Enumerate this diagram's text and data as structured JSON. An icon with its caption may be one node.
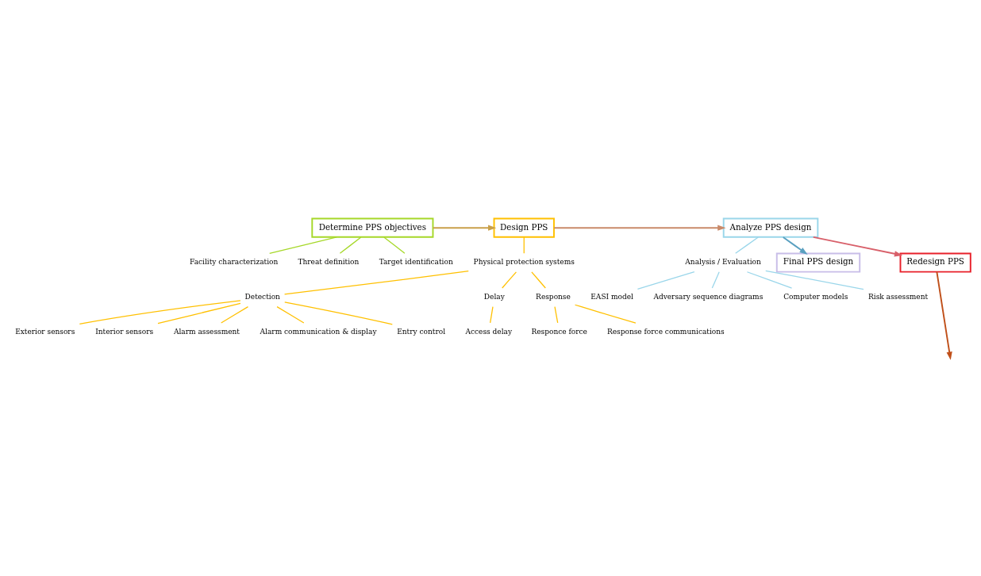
{
  "diagram": {
    "nodes": [
      {
        "text": [
          "Determine PPS objectives"
        ]
      },
      {
        "text": [
          "Facility characterization"
        ]
      },
      {
        "text": [
          "Threat definition"
        ]
      },
      {
        "text": [
          "Target identification"
        ]
      },
      {
        "text": [
          "Design PPS"
        ]
      },
      {
        "text": [
          "Physical protection systems"
        ]
      },
      {
        "text": [
          "Detection"
        ]
      },
      {
        "text": [
          "Delay"
        ]
      },
      {
        "text": [
          "Response"
        ]
      },
      {
        "text": [
          "Exterior sensors"
        ]
      },
      {
        "text": [
          "Interior sensors"
        ]
      },
      {
        "text": [
          "Alarm assessment"
        ]
      },
      {
        "text": [
          "Alarm communication & display"
        ]
      },
      {
        "text": [
          "Entry control"
        ]
      },
      {
        "text": [
          "Access delay"
        ]
      },
      {
        "text": [
          "Responce force"
        ]
      },
      {
        "text": [
          "Response force communications"
        ]
      },
      {
        "text": [
          "Analyze PPS design"
        ]
      },
      {
        "text": [
          "Analysis / Evaluation"
        ]
      },
      {
        "text": [
          "EASI model"
        ]
      },
      {
        "text": [
          "Adversary sequence diagrams"
        ]
      },
      {
        "text": [
          "Computer models"
        ]
      },
      {
        "text": [
          "Risk assessment"
        ]
      },
      {
        "text": [
          "Final PPS design"
        ]
      },
      {
        "text": [
          "Redesign PPS"
        ]
      }
    ],
    "edges": [
      {
        "from": 0,
        "to": 4,
        "arrow": "to",
        "color": "#c9a04a"
      },
      {
        "from": 4,
        "to": 17,
        "arrow": "to",
        "color": "#c98a6a"
      },
      {
        "from": 17,
        "to": 23,
        "arrow": "to",
        "color": "#5aa0c0"
      },
      {
        "from": 17,
        "to": 24,
        "arrow": "to",
        "color": "#d8606a"
      },
      {
        "from": 24,
        "to": null,
        "arrow": "to",
        "color": "#c0501a"
      },
      {
        "from": 0,
        "to": 1,
        "arrow": "none",
        "color": "#a6d829"
      },
      {
        "from": 0,
        "to": 2,
        "arrow": "none",
        "color": "#a6d829"
      },
      {
        "from": 0,
        "to": 3,
        "arrow": "none",
        "color": "#a6d829"
      },
      {
        "from": 4,
        "to": 5,
        "arrow": "none"
      },
      {
        "from": 5,
        "to": 6,
        "arrow": "none"
      },
      {
        "from": 5,
        "to": 7,
        "arrow": "none"
      },
      {
        "from": 5,
        "to": 8,
        "arrow": "none"
      },
      {
        "from": 6,
        "to": 9,
        "arrow": "none"
      },
      {
        "from": 6,
        "to": 10,
        "arrow": "none"
      },
      {
        "from": 6,
        "to": 11,
        "arrow": "none"
      },
      {
        "from": 6,
        "to": 12,
        "arrow": "none"
      },
      {
        "from": 6,
        "to": 13,
        "arrow": "none"
      },
      {
        "from": 7,
        "to": 14,
        "arrow": "none"
      },
      {
        "from": 8,
        "to": 15,
        "arrow": "none"
      },
      {
        "from": 8,
        "to": 16,
        "arrow": "none"
      },
      {
        "from": 17,
        "to": 18,
        "arrow": "none",
        "color": "#9ad6ea"
      },
      {
        "from": 18,
        "to": 19,
        "arrow": "none",
        "color": "#9ad6ea"
      },
      {
        "from": 18,
        "to": 20,
        "arrow": "none",
        "color": "#9ad6ea"
      },
      {
        "from": 18,
        "to": 21,
        "arrow": "none",
        "color": "#9ad6ea"
      },
      {
        "from": 18,
        "to": 22,
        "arrow": "none",
        "color": "#9ad6ea"
      }
    ]
  }
}
